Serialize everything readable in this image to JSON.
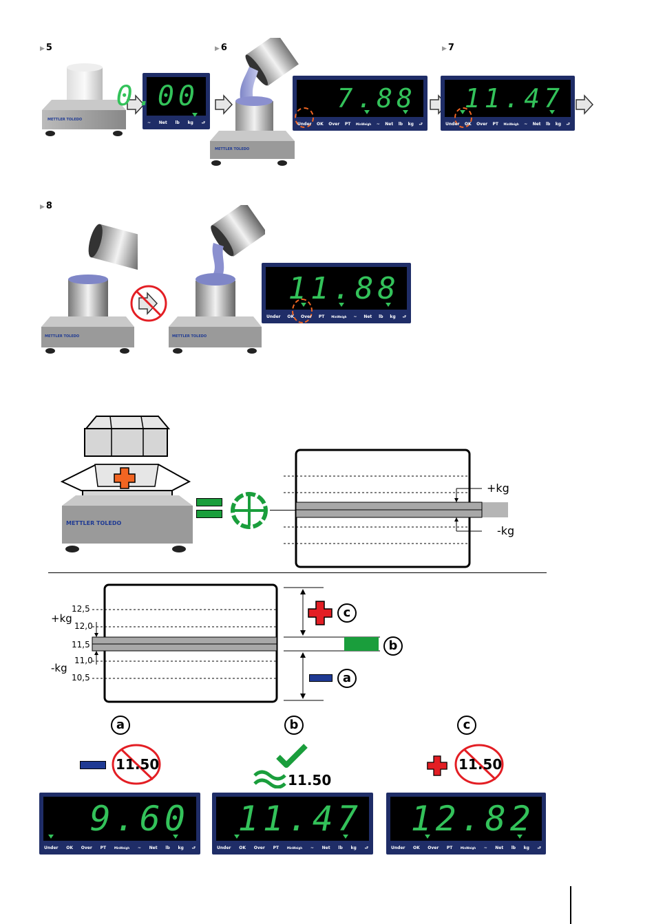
{
  "steps": {
    "s5": "5",
    "s6": "6",
    "s7": "7",
    "s8": "8"
  },
  "brand": "METTLER TOLEDO",
  "displays": {
    "d5": "0.00",
    "d6": "7.88",
    "d7": "11.47",
    "d8": "11.88",
    "da": "9.60",
    "db": "11.47",
    "dc": "12.82"
  },
  "annunciators": {
    "under": "Under",
    "ok": "OK",
    "over": "Over",
    "pt": "PT",
    "minweigh": "MinWeigh",
    "tilde": "~",
    "net": "Net",
    "lb": "lb",
    "kg": "kg"
  },
  "tolerance": {
    "plus": "+kg",
    "minus": "-kg",
    "ticks": [
      "12,5",
      "12,0",
      "11,5",
      "11,0",
      "10,5"
    ]
  },
  "labels": {
    "a": "a",
    "b": "b",
    "c": "c",
    "target": "11.50"
  },
  "colors": {
    "display_bezel": "#1f2d67",
    "segment_green": "#33c25a",
    "minus_blue": "#1f3a93",
    "plus_red": "#e31e24",
    "accent_orange": "#f26522",
    "ok_green": "#16a34a"
  }
}
